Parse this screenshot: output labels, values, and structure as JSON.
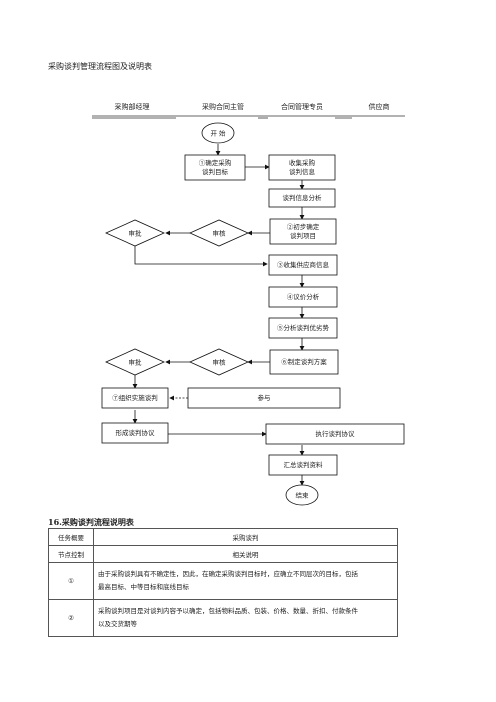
{
  "title": "采购谈判管理流程图及说明表",
  "lanes": [
    "采购部经理",
    "采购合同主管",
    "合同管理专员",
    "供应商"
  ],
  "flow": {
    "start": "开 始",
    "n1": [
      "①确定采购",
      "谈判目标"
    ],
    "collect": [
      "收集采购",
      "谈判信息"
    ],
    "analyze": "谈判信息分析",
    "n2": [
      "②初步确定",
      "谈判项目"
    ],
    "review1": "审核",
    "approve1": "审批",
    "n3": "③收集供应商信息",
    "n4": "④议价分析",
    "n5": "⑤分析谈判优劣势",
    "n6": "⑥制定谈判方案",
    "review2": "审核",
    "approve2": "审批",
    "n7": "⑦组织实施谈判",
    "participate": "参与",
    "agreement": "形成谈判协议",
    "execute": "执行谈判协议",
    "summary": "汇总谈判资料",
    "end": "结束"
  },
  "table": {
    "title": "16.采购谈判流程说明表",
    "task_label": "任务概要",
    "task_value": "采购谈判",
    "node_label": "节点控制",
    "node_value": "相关说明",
    "rows": [
      {
        "key": "①",
        "text_l1": "由于采购谈判具有不确定性，因此，在确定采购谈判目标时，应确立不同层次的目标，包括",
        "text_l2": "最高目标、中等目标和底线目标"
      },
      {
        "key": "②",
        "text_l1": "采购谈判项目是对谈判内容予以确定，包括物料品质、包装、价格、数量、折扣、付款条件",
        "text_l2": "以及交货期等"
      }
    ]
  }
}
